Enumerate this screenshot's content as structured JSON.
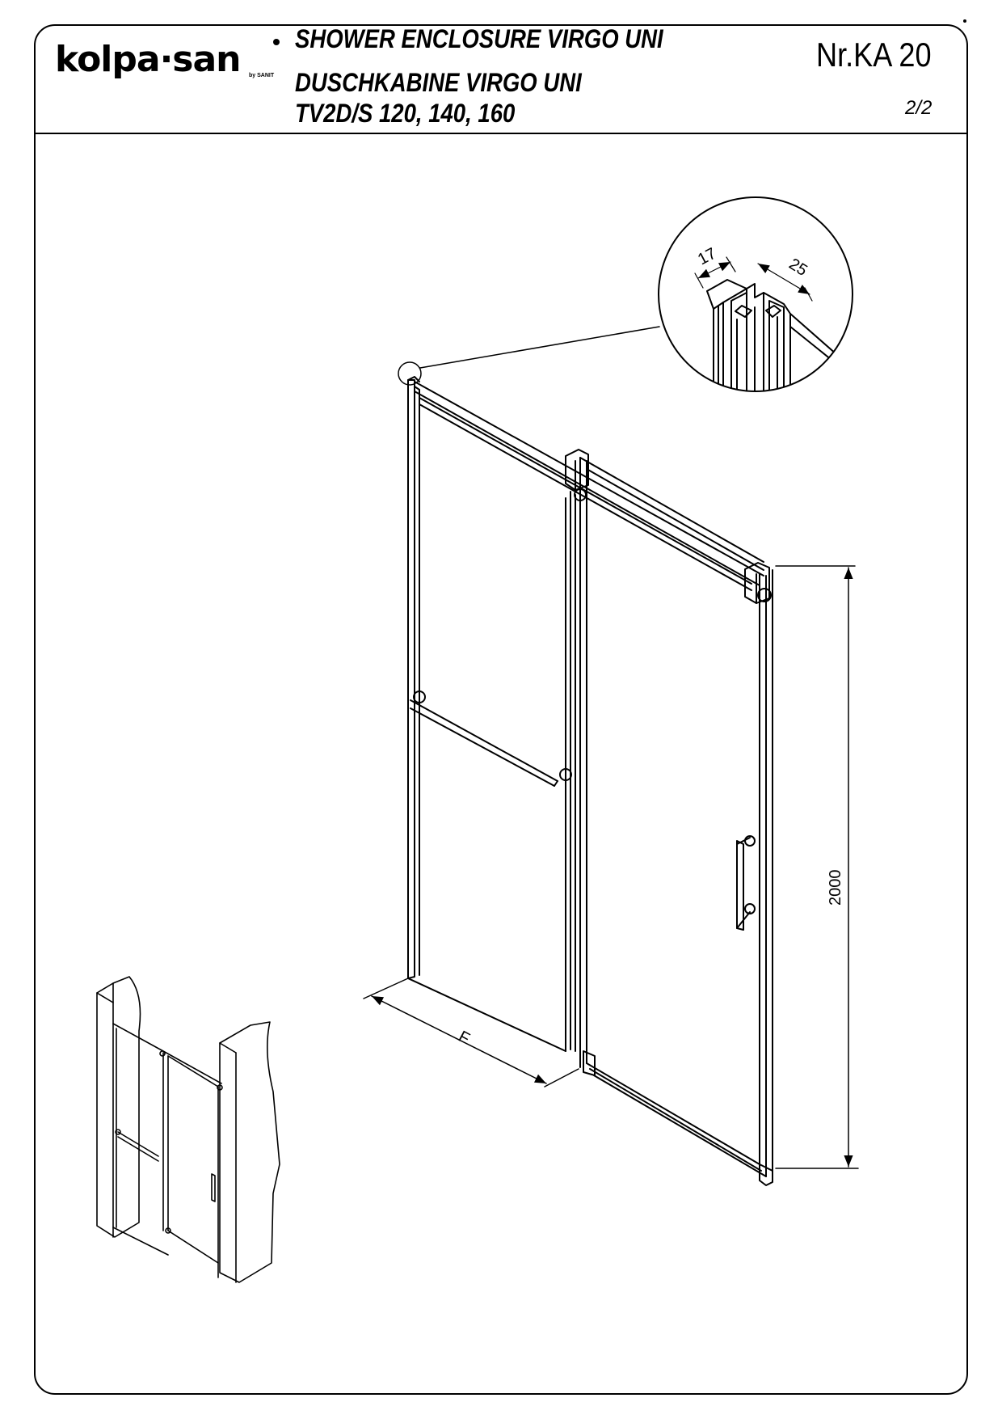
{
  "brand": {
    "logo": "kolpa·san",
    "logo_sub": "by SANIT"
  },
  "header": {
    "title_en": "SHOWER ENCLOSURE VIRGO UNI",
    "title_de": "DUSCHKABINE  VIRGO UNI",
    "models": "TV2D/S 120, 140, 160",
    "doc_number": "Nr.KA 20",
    "page": "2/2"
  },
  "dimensions": {
    "detail_width_a": "17",
    "detail_width_b": "25",
    "height": "2000",
    "width_label": "F"
  },
  "icons": {
    "detail_callout": "magnifier-circle-icon",
    "dimension_arrow": "arrow-icon"
  }
}
